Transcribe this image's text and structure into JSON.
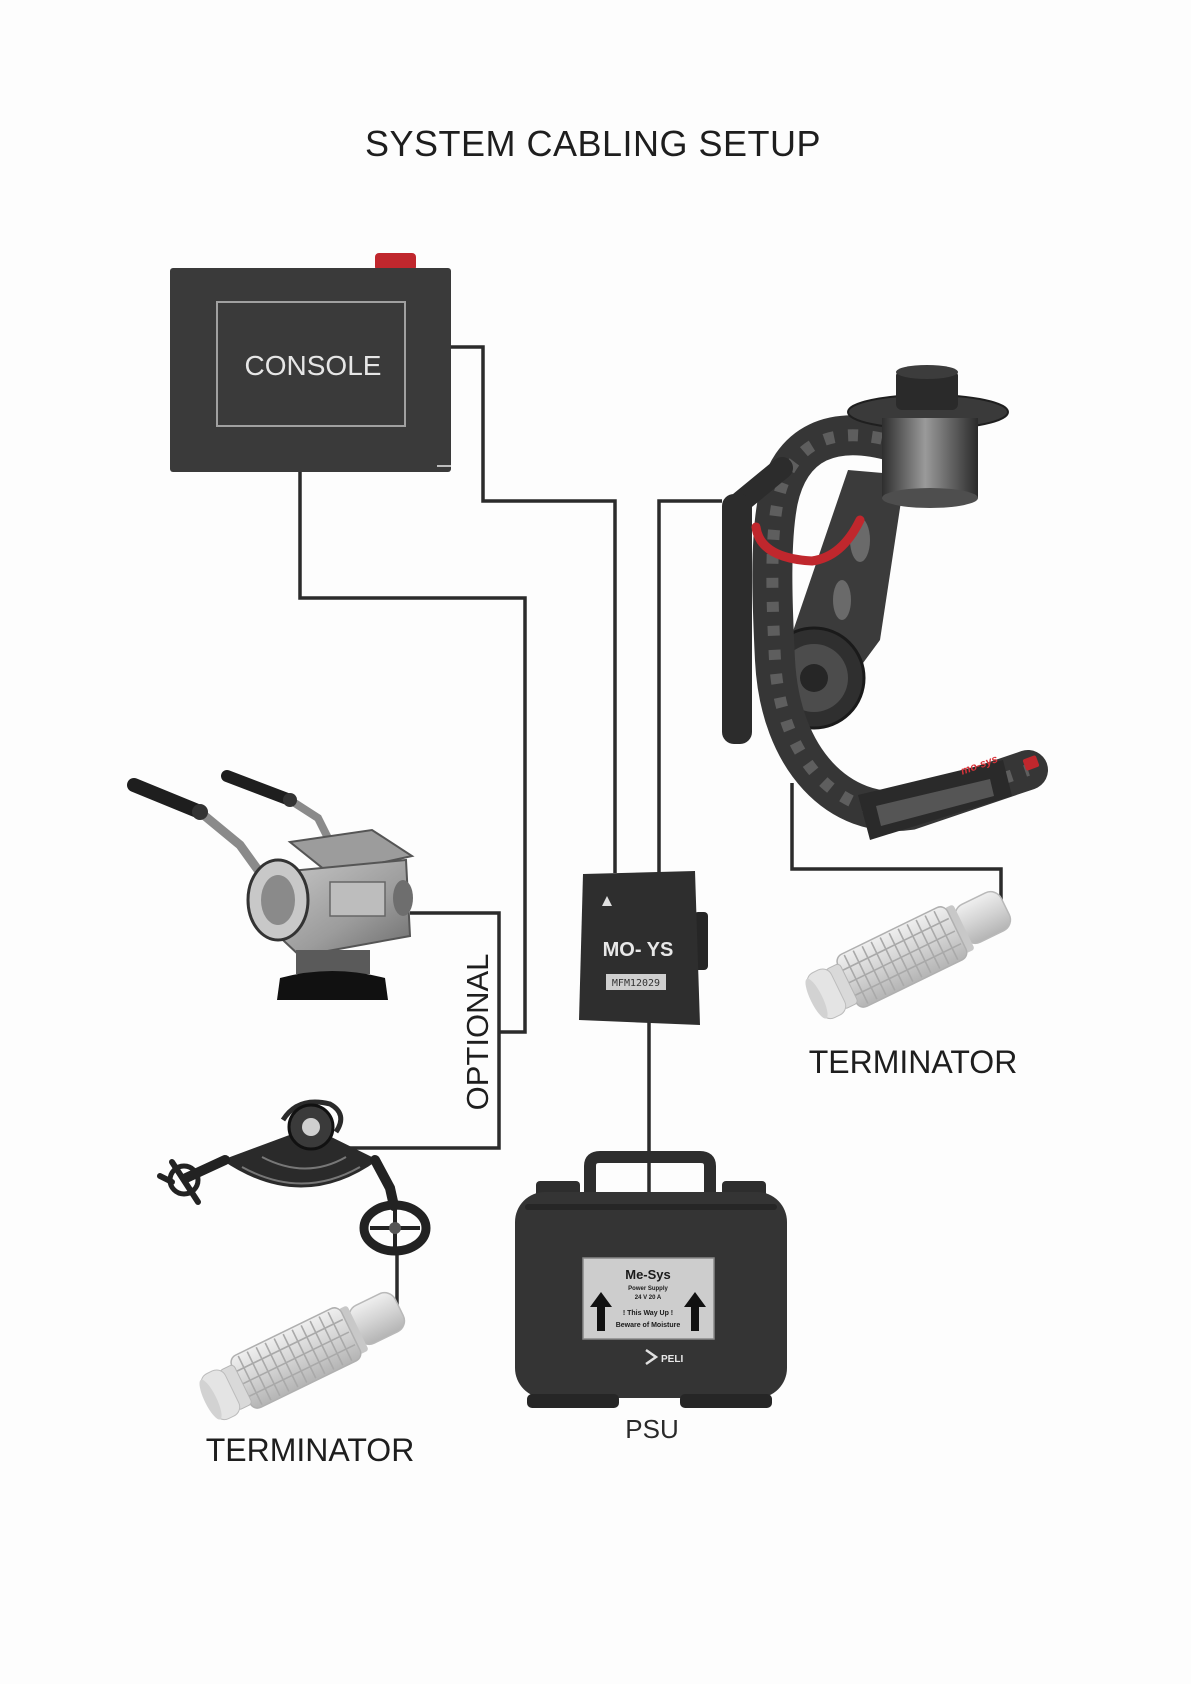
{
  "title": "SYSTEM CABLING SETUP",
  "console": {
    "label": "CONSOLE"
  },
  "optional_label": "OPTIONAL",
  "terminator_right": {
    "label": "TERMINATOR"
  },
  "terminator_left": {
    "label": "TERMINATOR"
  },
  "mfm": {
    "brand": "MO- YS",
    "model": "MFM12029"
  },
  "psu": {
    "label": "PSU",
    "case_brand": "Me-Sys",
    "case_line1": "Power Supply",
    "case_line2": "24 V  20 A",
    "case_line3": "! This Way Up !",
    "case_line4": "Beware of Moisture",
    "maker": "PELI"
  },
  "gimbal": {
    "brand": "mo-sys"
  },
  "colors": {
    "background": "#fdfdfd",
    "device": "#3a3a3a",
    "cable": "#2b2b2b",
    "accent": "#c0272d",
    "terminator": "#d4d4d4"
  }
}
